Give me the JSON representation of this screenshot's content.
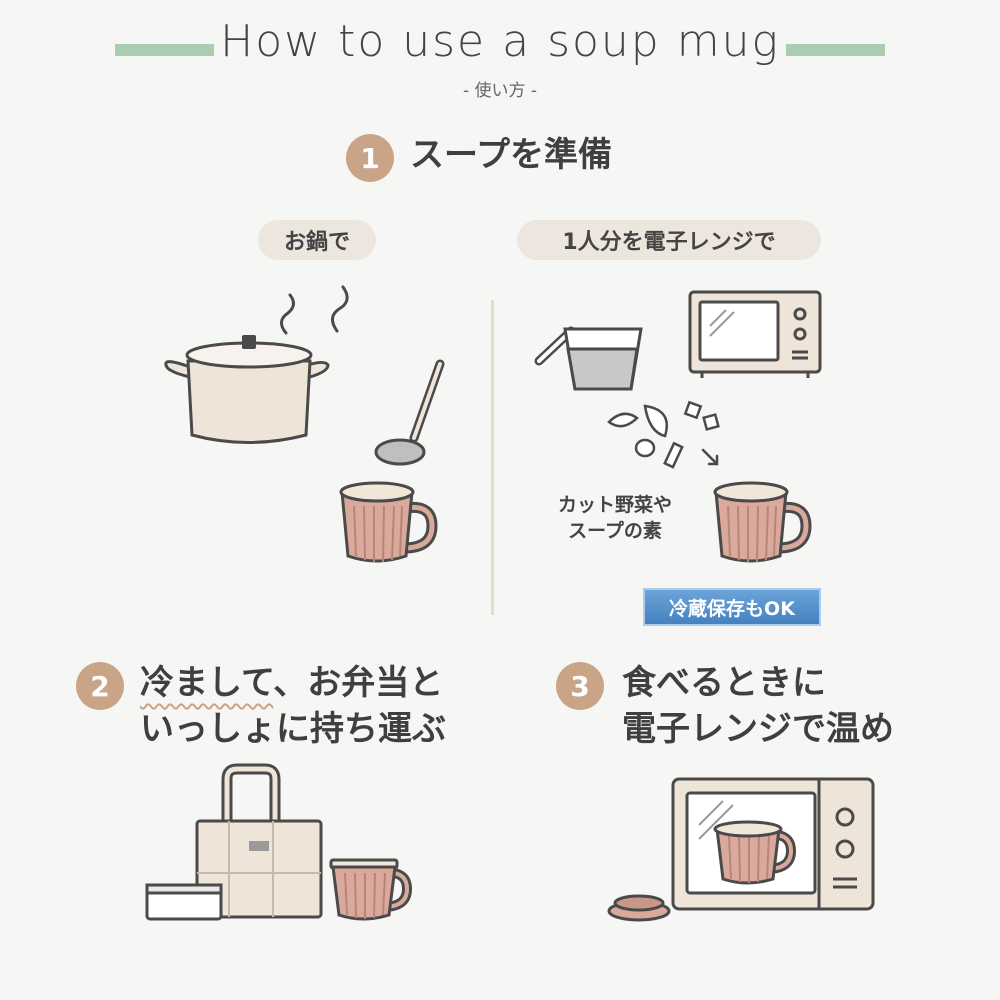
{
  "header": {
    "title": "How to use a soup mug",
    "subtitle": "- 使い方 -"
  },
  "step1": {
    "number": "1",
    "title": "スープを準備",
    "pot_label": "お鍋で",
    "microwave_label": "1人分を電子レンジで",
    "ingredients_note_line1": "カット野菜や",
    "ingredients_note_line2": "スープの素",
    "badge": "冷蔵保存もOK"
  },
  "step2": {
    "number": "2",
    "title_emphasis": "冷まして",
    "title_rest": "、お弁当と",
    "title_line2": "いっしょに持ち運ぶ"
  },
  "step3": {
    "number": "3",
    "title_line1": "食べるときに",
    "title_line2": "電子レンジで温め"
  },
  "colors": {
    "accent": "#c9a487",
    "title_bar": "#a9cdb0",
    "mug": "#d9aa9b",
    "badge": "#4f8ec9",
    "outline": "#4a4a4a"
  }
}
